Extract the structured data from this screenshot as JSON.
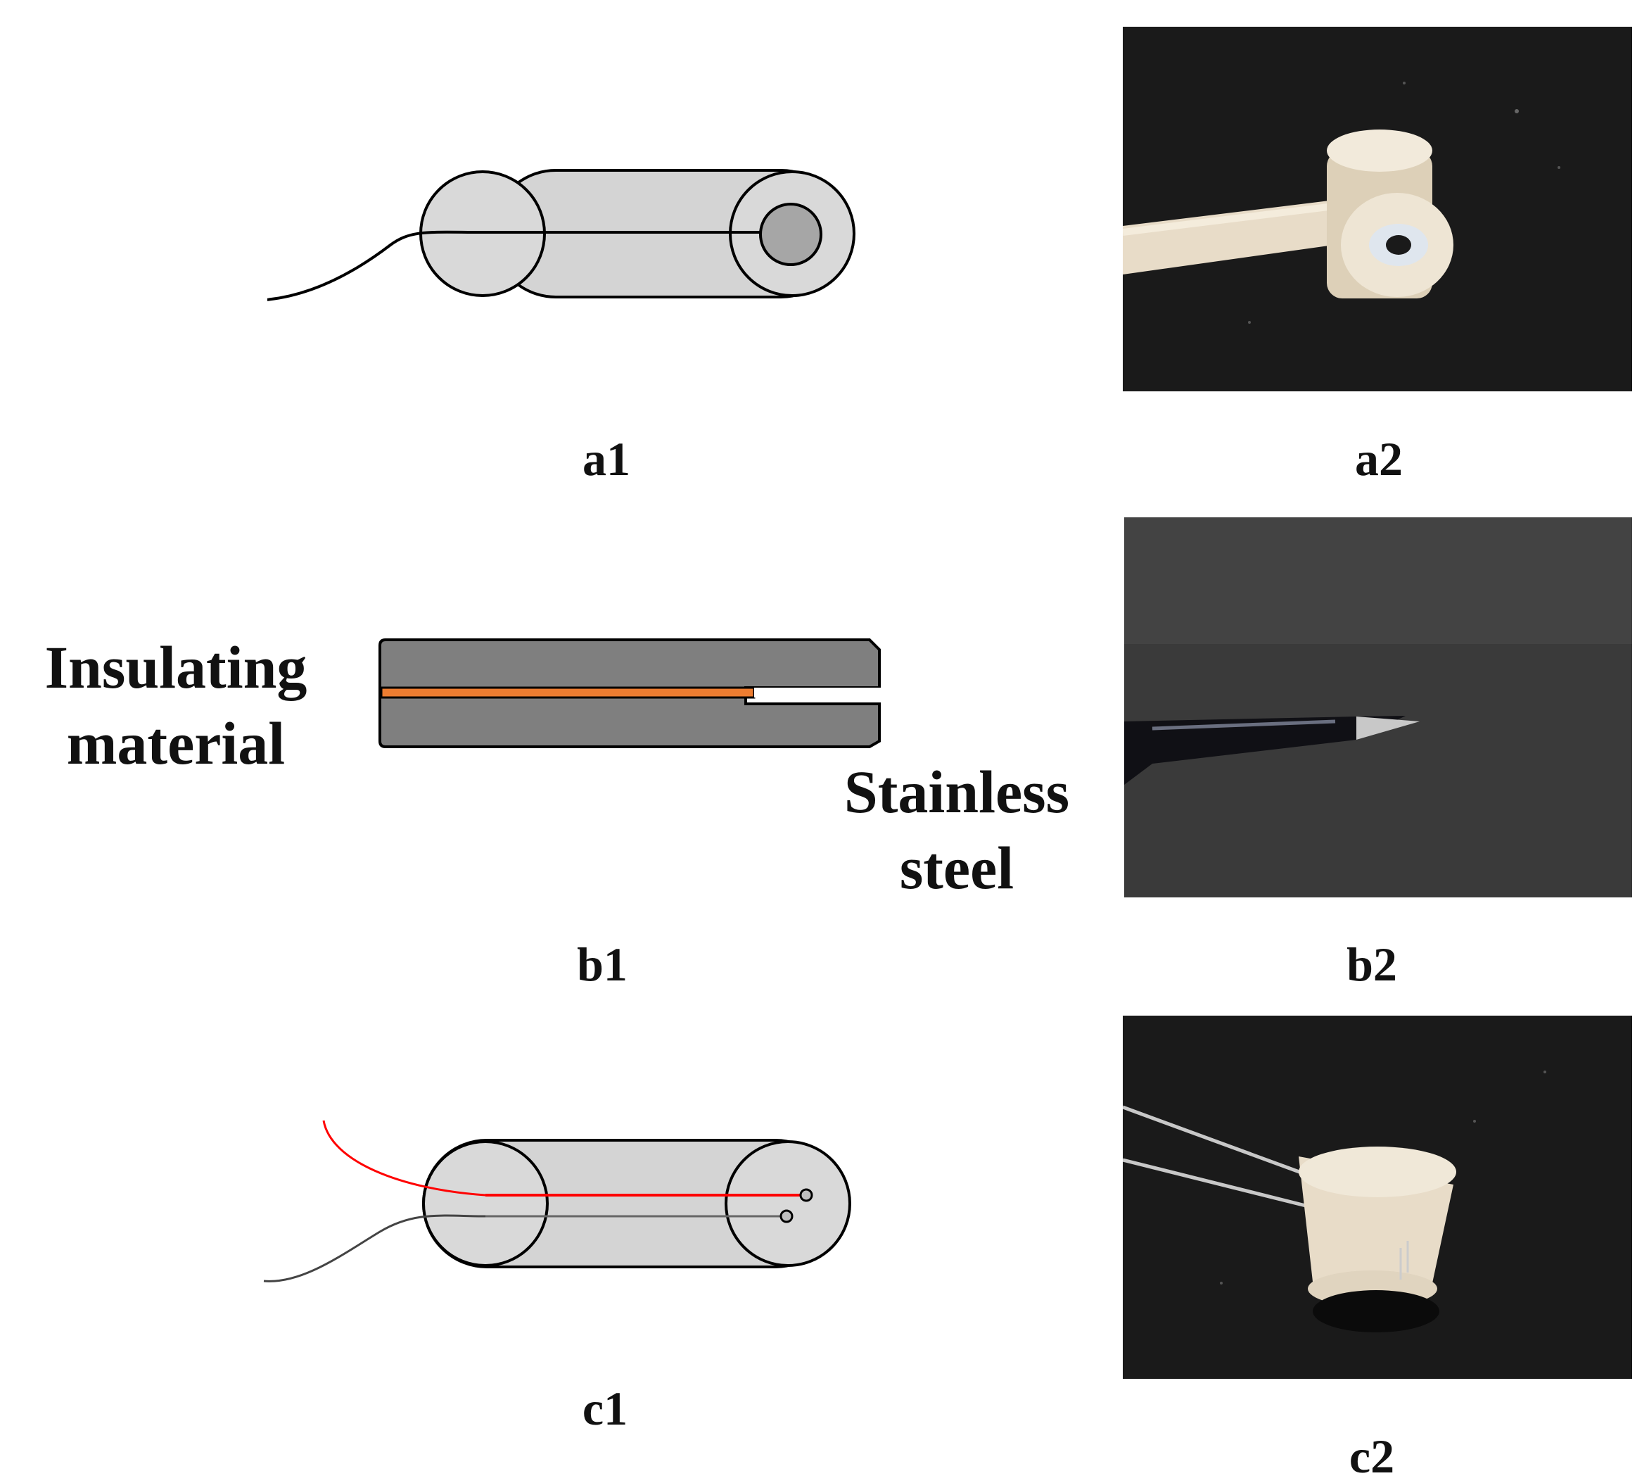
{
  "captions": {
    "a1": "a1",
    "a2": "a2",
    "b1": "b1",
    "b2": "b2",
    "c1": "c1",
    "c2": "c2"
  },
  "labels": {
    "insulating_line1": "Insulating",
    "insulating_line2": "material",
    "stainless_line1": "Stainless",
    "stainless_line2": "steel"
  },
  "colors": {
    "cylinder_fill": "#d4d4d4",
    "end_cap_fill": "#d9d9d9",
    "core_fill": "#a6a6a6",
    "plate_fill": "#7f7f7f",
    "orange_strip": "#ed7d31",
    "red_wire": "#ff0000",
    "photo_background": "#1a1a1a",
    "ceramic": "#e8dcc8"
  }
}
